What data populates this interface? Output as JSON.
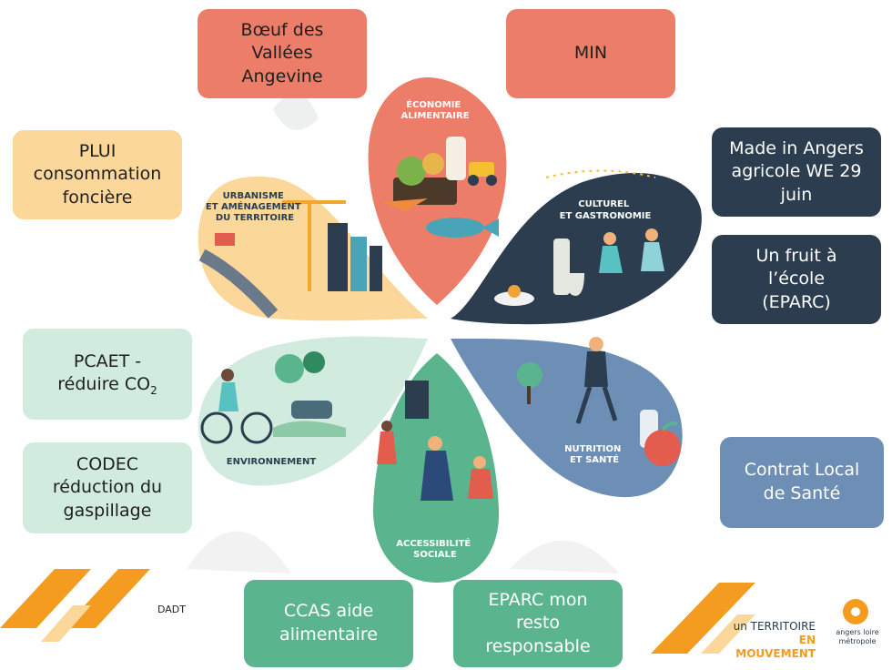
{
  "boxes": {
    "boeuf": "Bœuf des\nVallées\nAngevine",
    "min": "MIN",
    "plui": "PLUI\nconsommation\nfoncière",
    "made_in_angers": "Made in Angers\nagricole WE 29\njuin",
    "fruit_ecole": "Un fruit à\nl’école\n(EPARC)",
    "pcaet_line1": "PCAET  -",
    "pcaet_line2": "réduire CO",
    "pcaet_sub": "2",
    "codec": "CODEC\nréduction du\ngaspillage",
    "contrat_local": "Contrat Local\nde Santé",
    "ccas": "CCAS aide\nalimentaire",
    "eparc_resto": "EPARC mon\nresto\nresponsable"
  },
  "petals": {
    "economie": [
      "ÉCONOMIE",
      "ALIMENTAIRE"
    ],
    "culturel": [
      "CULTUREL",
      "ET GASTRONOMIE"
    ],
    "urbanisme": [
      "URBANISME",
      "ET AMÉNAGEMENT",
      "DU TERRITOIRE"
    ],
    "environnement": [
      "ENVIRONNEMENT"
    ],
    "accessibilite": [
      "ACCESSIBILITÉ",
      "SOCIALE"
    ],
    "nutrition": [
      "NUTRITION",
      "ET SANTÉ"
    ]
  },
  "footer": {
    "dadt": "DADT",
    "slogan_line1": "un TERRITOIRE",
    "slogan_line2": "EN MOUVEMENT",
    "logo_text": "angers loire\nmétropole"
  },
  "colors": {
    "salmon": "#ec7d68",
    "navy": "#2b3d4f",
    "yellow": "#fbd89a",
    "mint": "#d2ebdf",
    "green": "#5ab58f",
    "blue": "#6e8fb5",
    "orange": "#f39c1f"
  }
}
